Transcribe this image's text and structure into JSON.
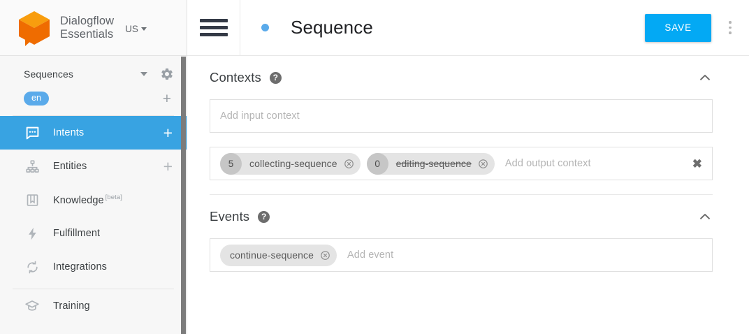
{
  "brand": {
    "logo_icon": "dialogflow-cube-logo",
    "name_line1": "Dialogflow",
    "name_line2": "Essentials",
    "region": "US",
    "region_caret_icon": "caret-down-icon",
    "logo_color": "#ef6c00",
    "logo_color_light": "#f89d0e"
  },
  "sidebar": {
    "agent": {
      "name": "Sequences",
      "dropdown_icon": "caret-down-icon",
      "settings_icon": "gear-icon"
    },
    "language": {
      "code": "en",
      "chip_color": "#5aaaea",
      "add_icon": "plus-icon",
      "add_label": "+"
    },
    "items": [
      {
        "label": "Intents",
        "icon": "chat-bubble-icon",
        "active": true,
        "has_add": true,
        "add_label": "+",
        "beta": ""
      },
      {
        "label": "Entities",
        "icon": "sitemap-icon",
        "active": false,
        "has_add": true,
        "add_label": "+",
        "beta": ""
      },
      {
        "label": "Knowledge",
        "icon": "book-icon",
        "active": false,
        "has_add": false,
        "add_label": "",
        "beta": "[beta]"
      },
      {
        "label": "Fulfillment",
        "icon": "lightning-bolt-icon",
        "active": false,
        "has_add": false,
        "add_label": "",
        "beta": ""
      },
      {
        "label": "Integrations",
        "icon": "refresh-circular-arrows-icon",
        "active": false,
        "has_add": false,
        "add_label": "",
        "beta": ""
      },
      {
        "label": "Training",
        "icon": "graduation-cap-icon",
        "active": false,
        "has_add": false,
        "add_label": "",
        "beta": ""
      }
    ],
    "active_color": "#38a3e2"
  },
  "topbar": {
    "menu_icon": "hamburger-menu-icon",
    "status_dot_icon": "status-dot-icon",
    "status_dot_color": "#5aaaea",
    "title": "Sequence",
    "save_label": "SAVE",
    "save_color": "#03a9f4",
    "overflow_icon": "kebab-more-vertical-icon"
  },
  "contexts": {
    "title": "Contexts",
    "help_icon": "help-question-icon",
    "collapse_icon": "chevron-up-icon",
    "input_placeholder": "Add input context",
    "output_placeholder": "Add output context",
    "clear_icon": "close-x-icon",
    "output_chips": [
      {
        "count": "5",
        "label": "collecting-sequence",
        "expired": false,
        "remove_icon": "remove-circle-x-icon"
      },
      {
        "count": "0",
        "label": "editing-sequence",
        "expired": true,
        "remove_icon": "remove-circle-x-icon"
      }
    ]
  },
  "events": {
    "title": "Events",
    "help_icon": "help-question-icon",
    "collapse_icon": "chevron-up-icon",
    "placeholder": "Add event",
    "chips": [
      {
        "label": "continue-sequence",
        "remove_icon": "remove-circle-x-icon"
      }
    ]
  }
}
